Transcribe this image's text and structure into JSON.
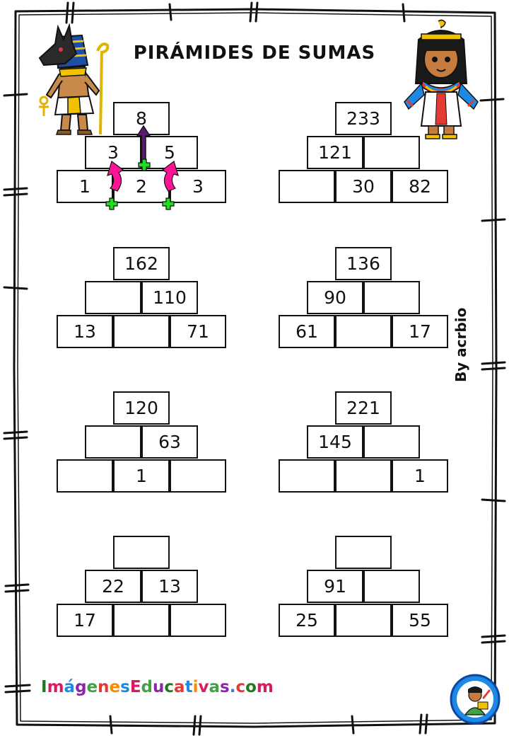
{
  "title": "PIRÁMIDES DE SUMAS",
  "author": "By acrbio",
  "brand": {
    "text": "ImágenesEducativas.com",
    "letter_colors": [
      "#1f7a1f",
      "#d81b60",
      "#1e88e5",
      "#8e24aa",
      "#43a047",
      "#e53935",
      "#fb8c00",
      "#1e88e5",
      "#d81b60",
      "#43a047",
      "#8e24aa",
      "#1f7a1f",
      "#e53935",
      "#1e88e5",
      "#fb8c00",
      "#d81b60",
      "#43a047",
      "#8e24aa",
      "#1e88e5",
      "#e53935",
      "#1f7a1f",
      "#d81b60"
    ]
  },
  "colors": {
    "border": "#111111",
    "arrow_up": "#5b1a6b",
    "arrow_side": "#ff1493",
    "plus": "#22dd22"
  },
  "icons": {
    "left_character": "anubis-character-icon",
    "right_character": "egyptian-girl-character-icon",
    "logo": "imagenes-educativas-logo-icon",
    "plus": "plus-icon",
    "arrow": "arrow-icon"
  },
  "pyramids": [
    {
      "top": "8",
      "middle": [
        "3",
        "5"
      ],
      "bottom": [
        "1",
        "2",
        "3"
      ]
    },
    {
      "top": "233",
      "middle": [
        "121",
        ""
      ],
      "bottom": [
        "",
        "30",
        "82"
      ]
    },
    {
      "top": "162",
      "middle": [
        "",
        "110"
      ],
      "bottom": [
        "13",
        "",
        "71"
      ]
    },
    {
      "top": "136",
      "middle": [
        "90",
        ""
      ],
      "bottom": [
        "61",
        "",
        "17"
      ]
    },
    {
      "top": "120",
      "middle": [
        "",
        "63"
      ],
      "bottom": [
        "",
        "1",
        ""
      ]
    },
    {
      "top": "221",
      "middle": [
        "145",
        ""
      ],
      "bottom": [
        "",
        "",
        "1"
      ]
    },
    {
      "top": "",
      "middle": [
        "22",
        "13"
      ],
      "bottom": [
        "17",
        "",
        ""
      ]
    },
    {
      "top": "",
      "middle": [
        "91",
        ""
      ],
      "bottom": [
        "25",
        "",
        "55"
      ]
    }
  ]
}
